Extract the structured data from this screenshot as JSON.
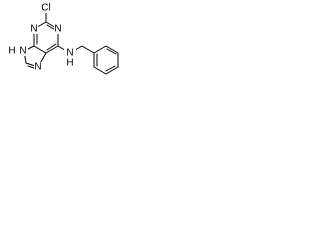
{
  "molecule": {
    "atoms": {
      "cl": "Cl",
      "n1": "N",
      "n3": "N",
      "n7": "N",
      "n9h": "H",
      "n9n": "N",
      "nh_n": "N",
      "nh_h": "H"
    }
  }
}
